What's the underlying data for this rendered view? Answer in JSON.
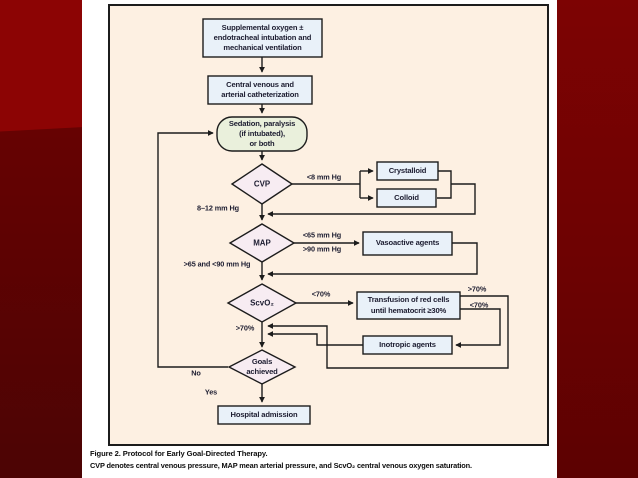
{
  "slide": {
    "caption_line1": "Figure 2. Protocol for Early Goal-Directed Therapy.",
    "caption_line2": "CVP denotes central venous pressure, MAP mean arterial pressure, and ScvO₂ central venous oxygen saturation."
  },
  "colors": {
    "slide_red_top": "#8c0404",
    "slide_red_bottom": "#4c0404",
    "figure_bg": "#ffffff",
    "panel_bg": "#fdf0e2",
    "node_blue": "#e9f1f9",
    "node_green": "#eaf0dc",
    "node_pink": "#f7ecf2",
    "line_black": "#1c1c1c"
  },
  "flow": {
    "nodes": {
      "oxygen": "Supplemental oxygen ±\nendotracheal intubation and\nmechanical ventilation",
      "catheter": "Central venous and\narterial catheterization",
      "sedation": "Sedation, paralysis\n(if intubated),\nor both",
      "cvp": "CVP",
      "map": "MAP",
      "scvo2": "ScvO₂",
      "crystalloid": "Crystalloid",
      "colloid": "Colloid",
      "vasoactive": "Vasoactive agents",
      "transfusion": "Transfusion of red cells\nuntil hematocrit ≥30%",
      "inotropic": "Inotropic agents",
      "goals": "Goals\nachieved",
      "hospital": "Hospital admission"
    },
    "edges": {
      "cvp_low": "<8 mm Hg",
      "cvp_target": "8–12 mm Hg",
      "map_low": "<65 mm Hg",
      "map_high": ">90 mm Hg",
      "map_target": ">65 and <90 mm Hg",
      "scvo2_low": "<70%",
      "scvo2_target": ">70%",
      "transfusion_high": ">70%",
      "transfusion_low": "<70%",
      "no": "No",
      "yes": "Yes"
    }
  }
}
